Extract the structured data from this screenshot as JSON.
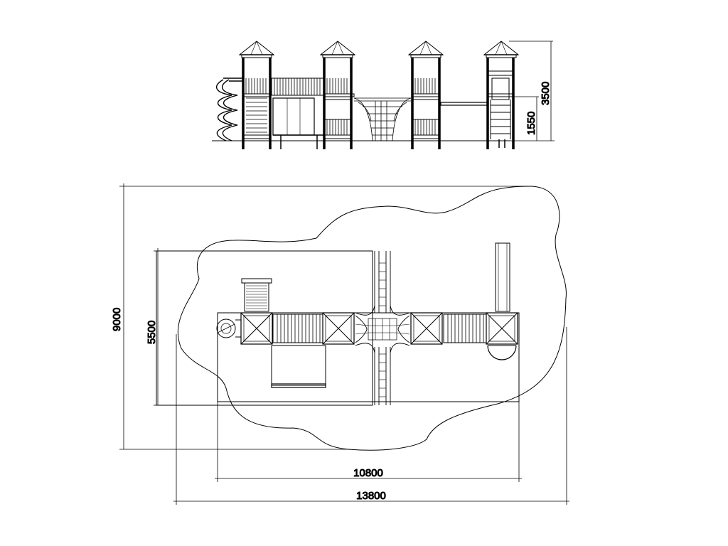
{
  "drawing": {
    "elevation": {
      "dim_total_height": "3500",
      "dim_platform_height": "1550"
    },
    "plan": {
      "dim_safety_zone_height": "9000",
      "dim_equipment_height": "5500",
      "dim_equipment_width": "10800",
      "dim_safety_zone_width": "13800"
    }
  }
}
